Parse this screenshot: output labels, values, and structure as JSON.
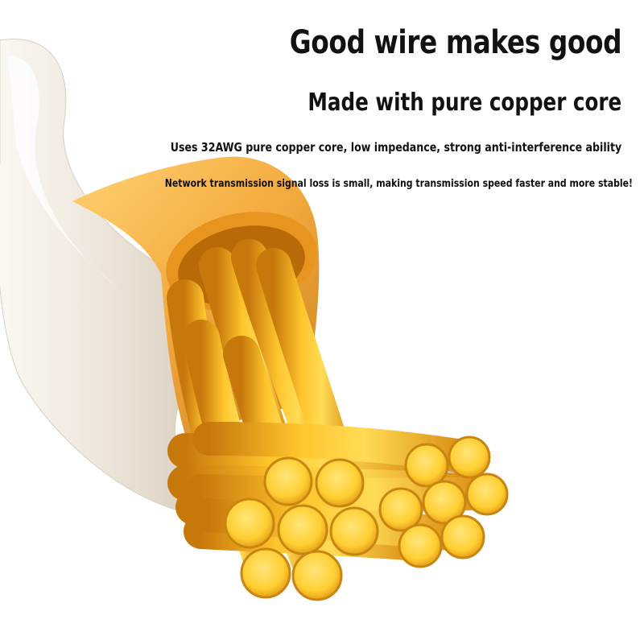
{
  "headline": "Good wire makes good",
  "subheadline": "Made with pure copper core",
  "description_1": "Uses 32AWG pure copper core, low impedance, strong anti-interference ability",
  "description_2": "Network transmission signal loss is small, making transmission speed faster and more stable!",
  "colors": {
    "background": "#ffffff",
    "cable_jacket": "#f1ebe2",
    "copper_light": "#ffd23f",
    "copper_mid": "#f0a818",
    "copper_dark": "#b86a08",
    "text": "#111111"
  }
}
